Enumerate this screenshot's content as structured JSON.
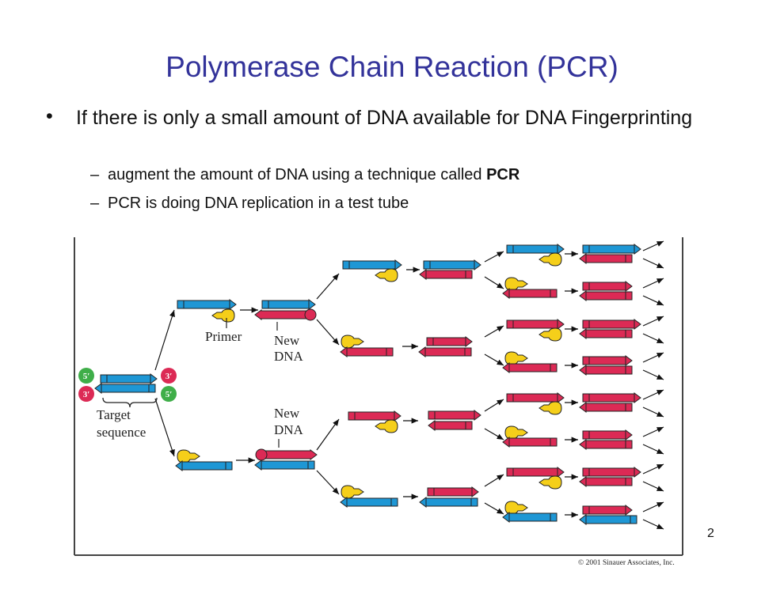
{
  "slide": {
    "title": "Polymerase Chain Reaction (PCR)",
    "bullet_marker": "•",
    "bullet_text": "If there is only a small amount of DNA available for DNA Fingerprinting",
    "sub_bullets": [
      {
        "dash": "–",
        "text": "augment the amount of DNA using a technique called ",
        "bold": "PCR"
      },
      {
        "dash": "–",
        "text": "PCR is doing DNA replication in a test tube",
        "bold": ""
      }
    ],
    "slide_number": "2"
  },
  "figure": {
    "labels": {
      "five_prime": "5′",
      "three_prime": "3′",
      "target": "Target",
      "sequence": "sequence",
      "primer": "Primer",
      "new1": "New",
      "dna1": "DNA",
      "new2": "New",
      "dna2": "DNA"
    },
    "copyright": "© 2001 Sinauer Associates, Inc.",
    "colors": {
      "template_strand": "#1e97d5",
      "new_strand": "#dc2a55",
      "primer": "#f5cf1a",
      "end_5": "#3fae49",
      "end_3": "#dc2a55",
      "arrow": "#111111",
      "frame": "#333333"
    },
    "cycles": 3,
    "final_duplex_count": 8,
    "final_products": 16
  }
}
